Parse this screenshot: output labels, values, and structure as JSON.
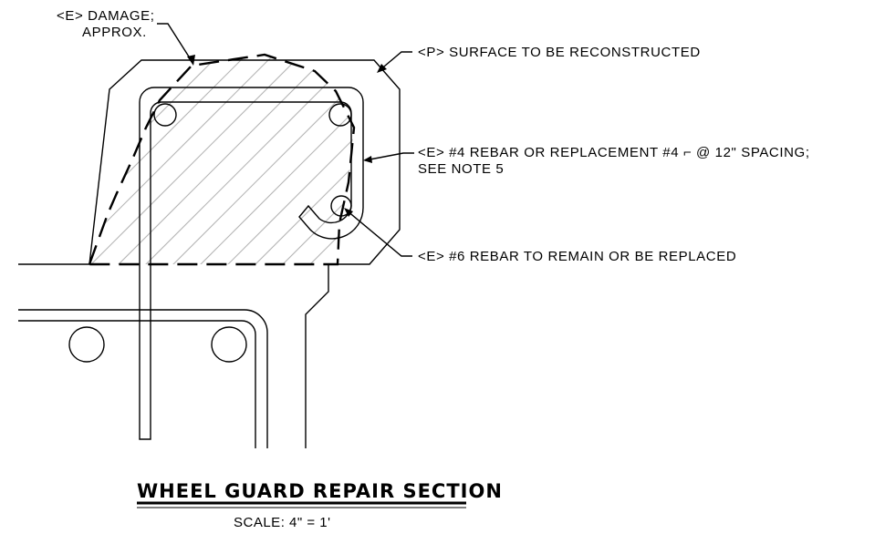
{
  "drawing": {
    "labels": {
      "damage_line1": "<E> DAMAGE;",
      "damage_line2": "APPROX.",
      "surface": "<P> SURFACE TO BE RECONSTRUCTED",
      "rebar4_line1": "<E> #4 REBAR OR REPLACEMENT #4 ⌐ @ 12\" SPACING;",
      "rebar4_line2": "SEE NOTE 5",
      "rebar6": "<E> #6 REBAR TO REMAIN OR BE REPLACED"
    },
    "title": "WHEEL GUARD REPAIR SECTION",
    "scale": "SCALE: 4\" = 1'"
  },
  "colors": {
    "line": "#000000",
    "hatch": "#b5b5b5",
    "background": "#ffffff"
  }
}
